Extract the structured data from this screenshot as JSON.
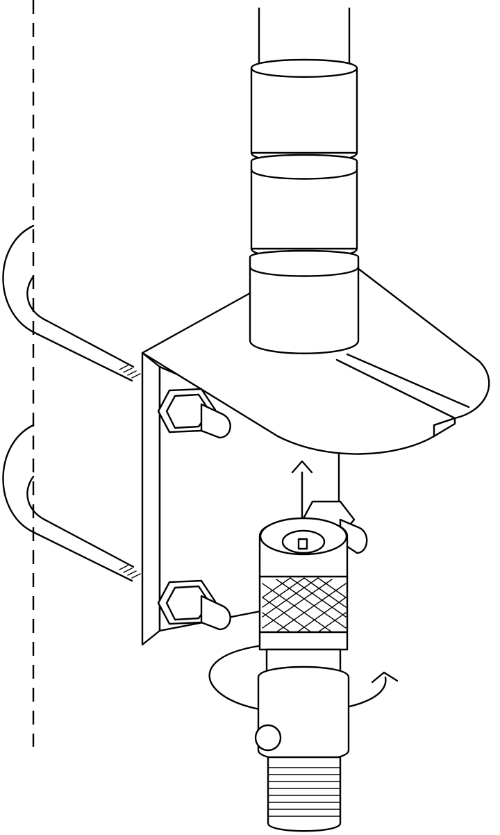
{
  "diagram": {
    "kind": "line-art assembly illustration",
    "colors": {
      "stroke": "#000000",
      "background": "#ffffff"
    },
    "components": [
      "mast-centerline",
      "antenna-whip",
      "antenna-base-ferrule",
      "l-shaped-mounting-bracket",
      "u-bolt-upper",
      "u-bolt-lower",
      "hex-nut",
      "coaxial-connector-plug",
      "upward-insertion-arrow",
      "rotation-arrow"
    ]
  }
}
